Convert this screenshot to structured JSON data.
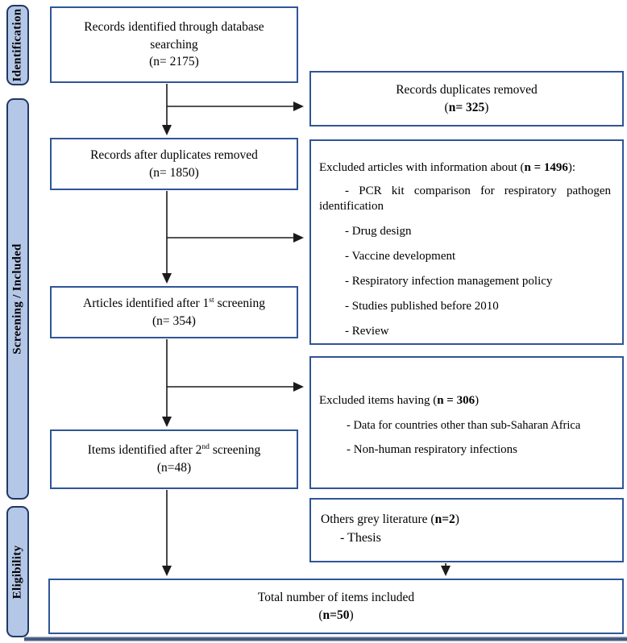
{
  "colors": {
    "sidebar_fill": "#b4c7e7",
    "sidebar_border": "#1f3864",
    "box_border": "#2f5597",
    "arrow": "#1b1b1b"
  },
  "sidebar": {
    "identification": "Identification",
    "screening": "Screening / Included",
    "eligibility": "Eligibility"
  },
  "boxes": {
    "db_search": {
      "line1": "Records identified through database",
      "line2": "searching",
      "count": "(n= 2175)"
    },
    "dup_removed": {
      "line1": "Records duplicates removed",
      "count_open": "(",
      "count_bold": "n= 325",
      "count_close": ")"
    },
    "after_dup": {
      "line1": "Records after duplicates removed",
      "count": "(n= 1850)"
    },
    "excluded_articles": {
      "header_pre": "Excluded articles with information about (",
      "header_bold": "n = 1496",
      "header_post": "):",
      "items": [
        "- PCR kit comparison for respiratory pathogen identification",
        "- Drug design",
        "- Vaccine development",
        "- Respiratory infection management policy",
        "- Studies published before 2010",
        "- Review"
      ]
    },
    "first_screening": {
      "line1_pre": "Articles identified after 1",
      "line1_sup": "st",
      "line1_post": " screening",
      "count": "(n= 354)"
    },
    "excluded_items": {
      "header_pre": "Excluded items having (",
      "header_bold": "n = 306",
      "header_post": ")",
      "items": [
        "- Data for countries other than sub-Saharan Africa",
        "- Non-human respiratory infections"
      ]
    },
    "second_screening": {
      "line1_pre": "Items identified after 2",
      "line1_sup": "nd",
      "line1_post": " screening",
      "count": "(n=48)"
    },
    "grey_literature": {
      "header_pre": "Others grey literature (",
      "header_bold": "n=2",
      "header_post": ")",
      "items": [
        "- Thesis"
      ]
    },
    "total": {
      "line1": "Total number of items included",
      "count_open": "(",
      "count_bold": "n=50",
      "count_close": ")"
    }
  }
}
